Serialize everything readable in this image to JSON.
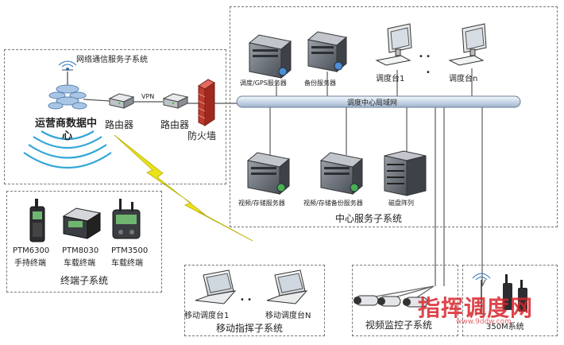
{
  "network_subsystem": {
    "title": "网络通信服务子系统",
    "carrier_center_line1": "运营商数据中",
    "carrier_center_line2": "心",
    "router1": "路由器",
    "vpn": "VPN",
    "router2": "路由器",
    "firewall": "防火墙"
  },
  "center_subsystem": {
    "title": "中心服务子系统",
    "lan": "调度中心局域网",
    "gps_server": "调度/GPS服务器",
    "backup_server": "备份服务器",
    "console1": "调度台1",
    "ellipsis": "• •",
    "dot": "•",
    "console_n": "调度台n",
    "video_storage_server": "视频/存储服务器",
    "video_backup_server": "视频/存储备份服务器",
    "disk_array": "磁盘阵列"
  },
  "terminal_subsystem": {
    "title": "终端子系统",
    "ptm6300_model": "PTM6300",
    "ptm6300_desc": "手持终端",
    "ptm8030_model": "PTM8030",
    "ptm8030_desc": "车载终端",
    "ptm3500_model": "PTM3500",
    "ptm3500_desc": "车载终端"
  },
  "mobile_subsystem": {
    "title": "移动指挥子系统",
    "mobile1": "移动调度台1",
    "ellipsis": "• •",
    "mobile_n": "移动调度台N"
  },
  "video_subsystem": {
    "title": "视频监控子系统"
  },
  "radio_subsystem": {
    "title": "350M系统"
  },
  "watermark": {
    "text": "指挥调度网",
    "url": "www.9ddw.com"
  },
  "colors": {
    "lan": "#dce7f3",
    "firewall": "#c0392b",
    "lightning": "#e8e000",
    "server": "#6b7078"
  }
}
